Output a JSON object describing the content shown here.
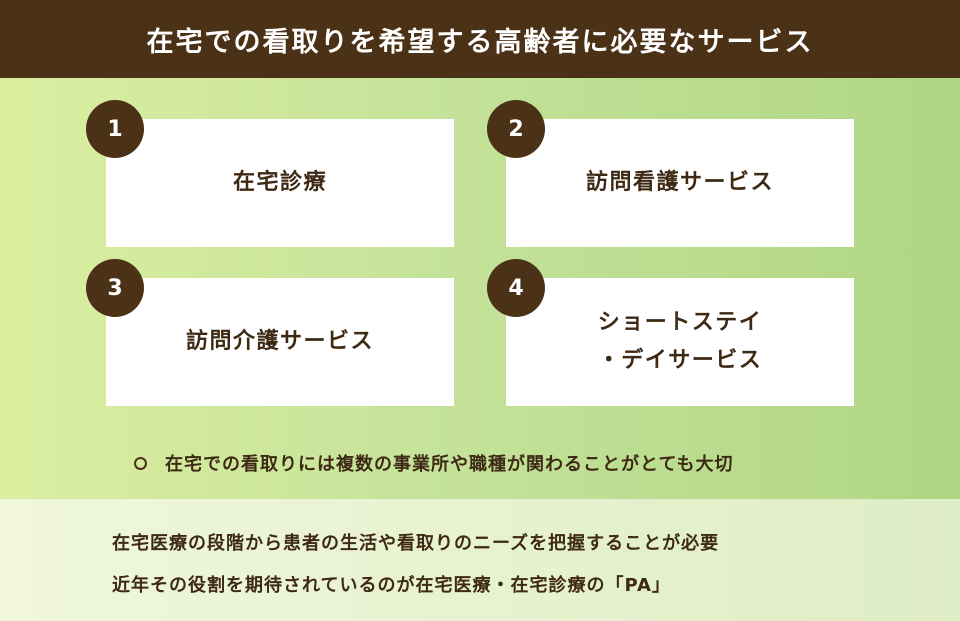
{
  "header": {
    "title": "在宅での看取りを希望する高齢者に必要なサービス"
  },
  "cards": [
    {
      "number": "1",
      "label": "在宅診療"
    },
    {
      "number": "2",
      "label": "訪問看護サービス"
    },
    {
      "number": "3",
      "label": "訪問介護サービス"
    },
    {
      "number": "4",
      "label_line1": "ショートステイ",
      "label_line2": "・デイサービス"
    }
  ],
  "note": {
    "text": "在宅での看取りには複数の事業所や職種が関わることがとても大切"
  },
  "footer": {
    "line1": "在宅医療の段階から患者の生活や看取りのニーズを把握することが必要",
    "line2": "近年その役割を期待されているのが在宅医療・在宅診療の「PA」"
  },
  "colors": {
    "header_bg": "#4b3116",
    "badge_bg": "#4b3116",
    "text": "#3e2a14",
    "green_light": "#dbeea0",
    "green_dark": "#afd683"
  }
}
